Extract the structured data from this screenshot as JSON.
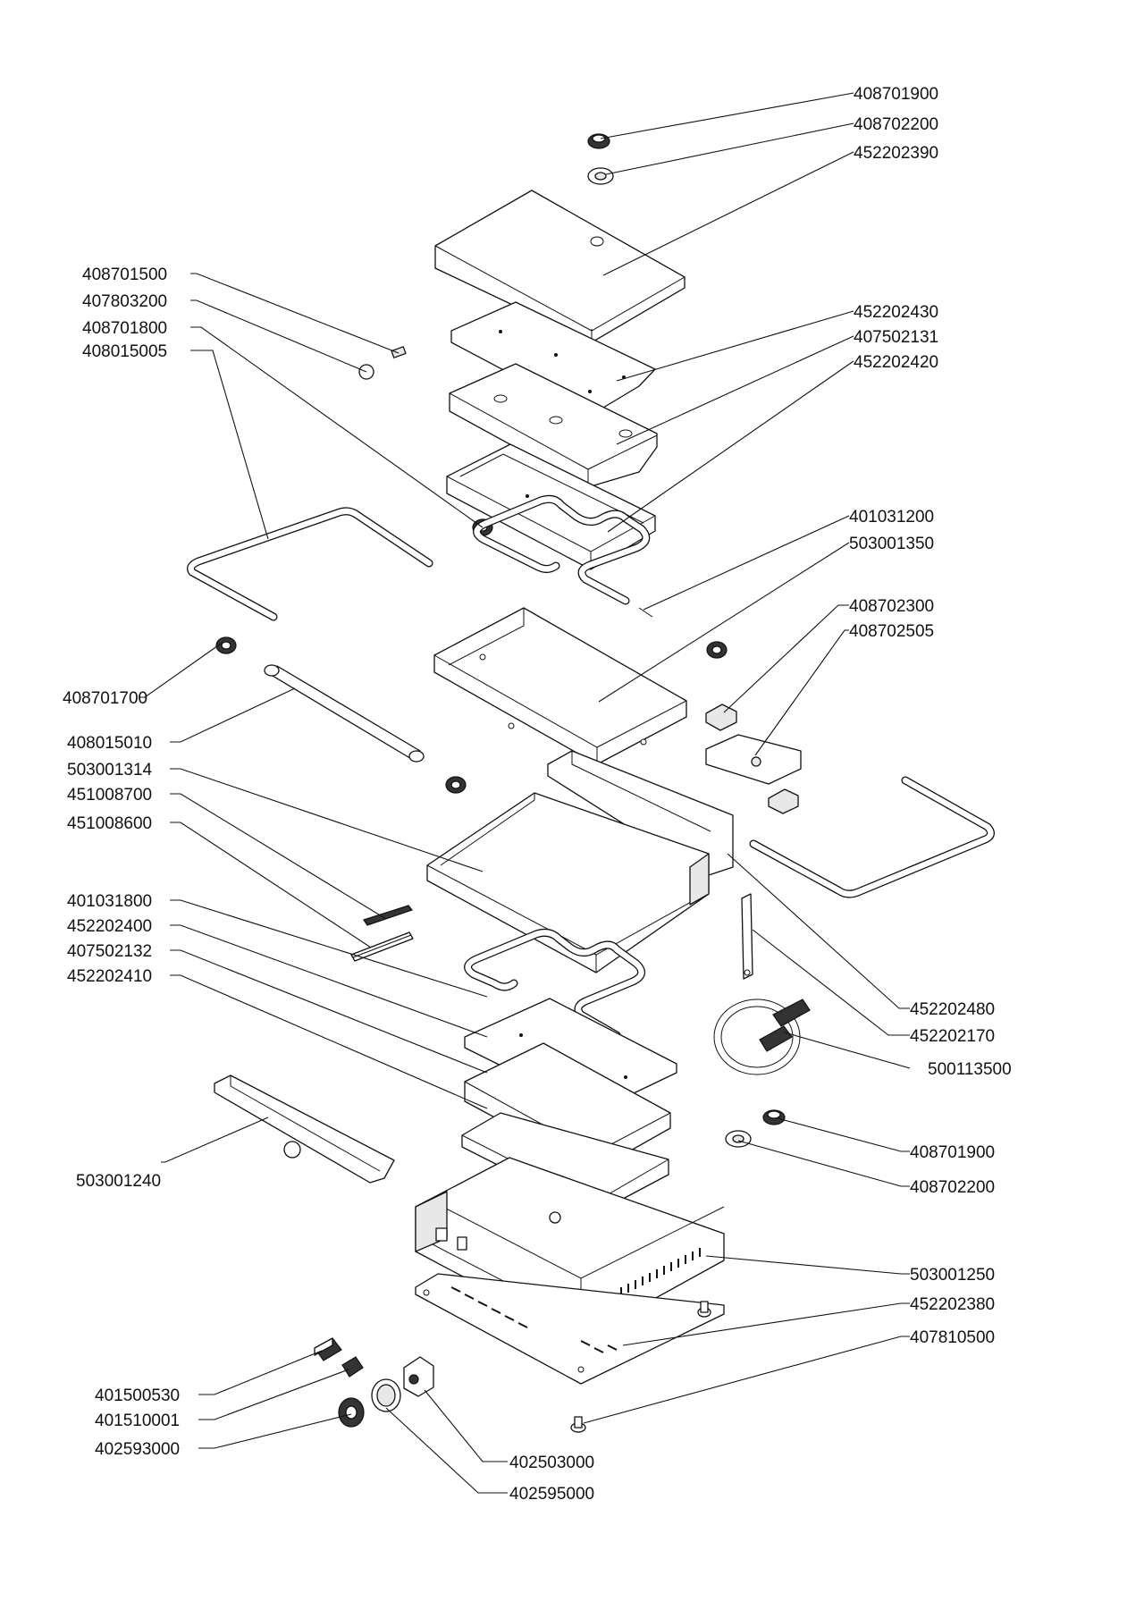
{
  "diagram": {
    "callouts": [
      "408701900",
      "408702200",
      "452202390",
      "408701500",
      "407803200",
      "408701800",
      "408015005",
      "452202430",
      "407502131",
      "452202420",
      "401031200",
      "503001350",
      "408702300",
      "408702505",
      "408701700",
      "408015010",
      "503001314",
      "451008700",
      "451008600",
      "401031800",
      "452202400",
      "407502132",
      "452202410",
      "452202480",
      "452202170",
      "500113500",
      "408701900",
      "408702200",
      "503001240",
      "503001250",
      "452202380",
      "407810500",
      "401500530",
      "401510001",
      "402593000",
      "402503000",
      "402595000"
    ]
  }
}
